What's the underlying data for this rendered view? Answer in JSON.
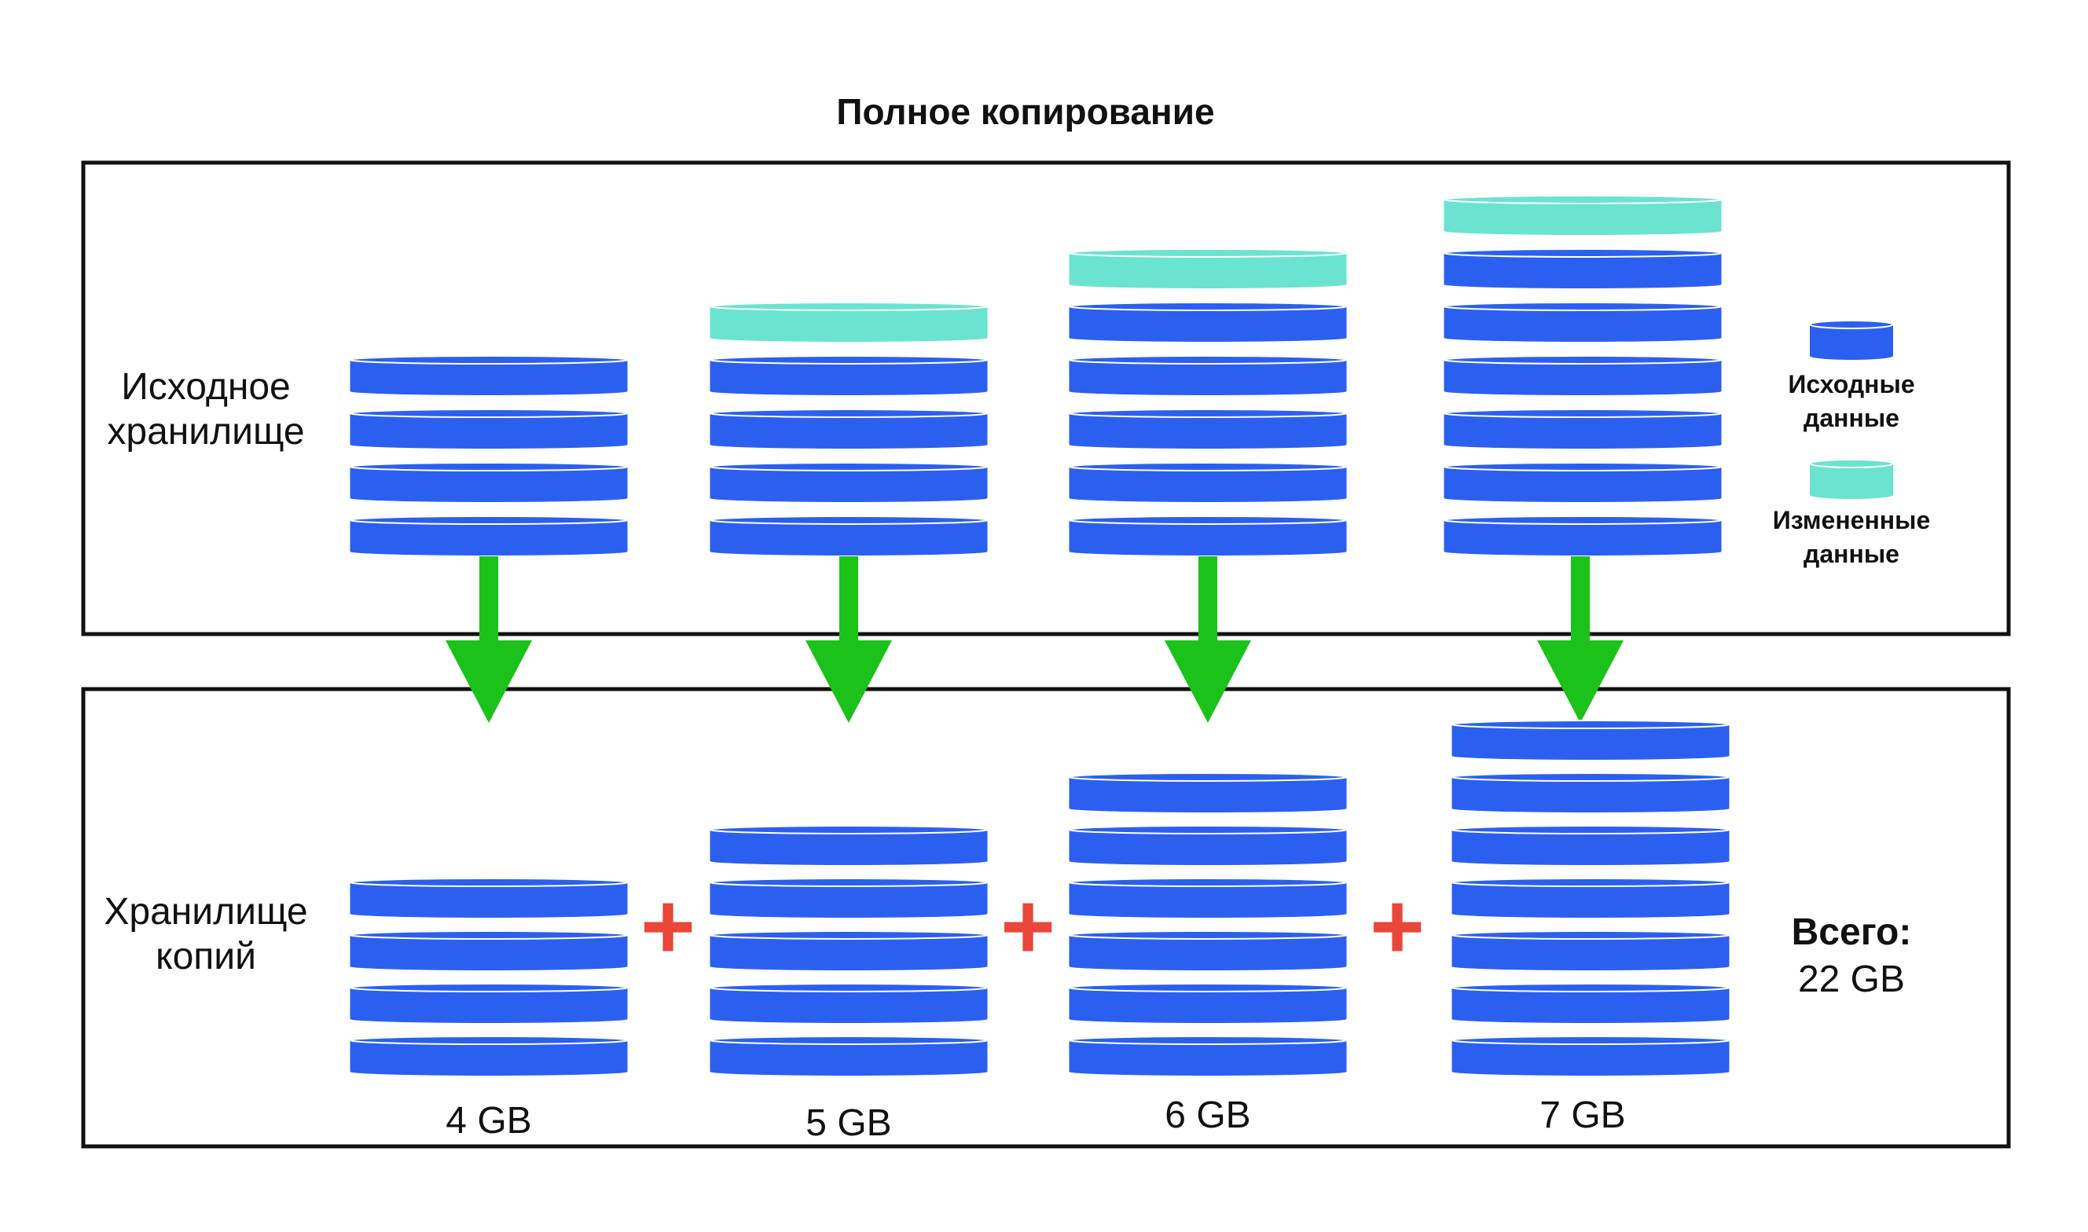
{
  "title": "Полное копирование",
  "source_label": [
    "Исходное",
    "хранилище"
  ],
  "backup_label": [
    "Хранилище",
    "копий"
  ],
  "legend": {
    "original": [
      "Исходные",
      "данные"
    ],
    "changed": [
      "Измененные",
      "данные"
    ]
  },
  "columns": [
    {
      "original_disks": 4,
      "changed_disks": 0,
      "backup_disks": 4,
      "size": "4 GB"
    },
    {
      "original_disks": 4,
      "changed_disks": 1,
      "backup_disks": 5,
      "size": "5 GB"
    },
    {
      "original_disks": 5,
      "changed_disks": 1,
      "backup_disks": 6,
      "size": "6 GB"
    },
    {
      "original_disks": 6,
      "changed_disks": 1,
      "backup_disks": 7,
      "size": "7 GB"
    }
  ],
  "plus_sign": "+",
  "total": {
    "label": "Всего:",
    "value": "22 GB"
  },
  "colors": {
    "original": "#2b5ff0",
    "changed": "#6ae3d0",
    "arrow": "#1ac21a",
    "plus": "#e8473a",
    "frame": "#111111"
  }
}
